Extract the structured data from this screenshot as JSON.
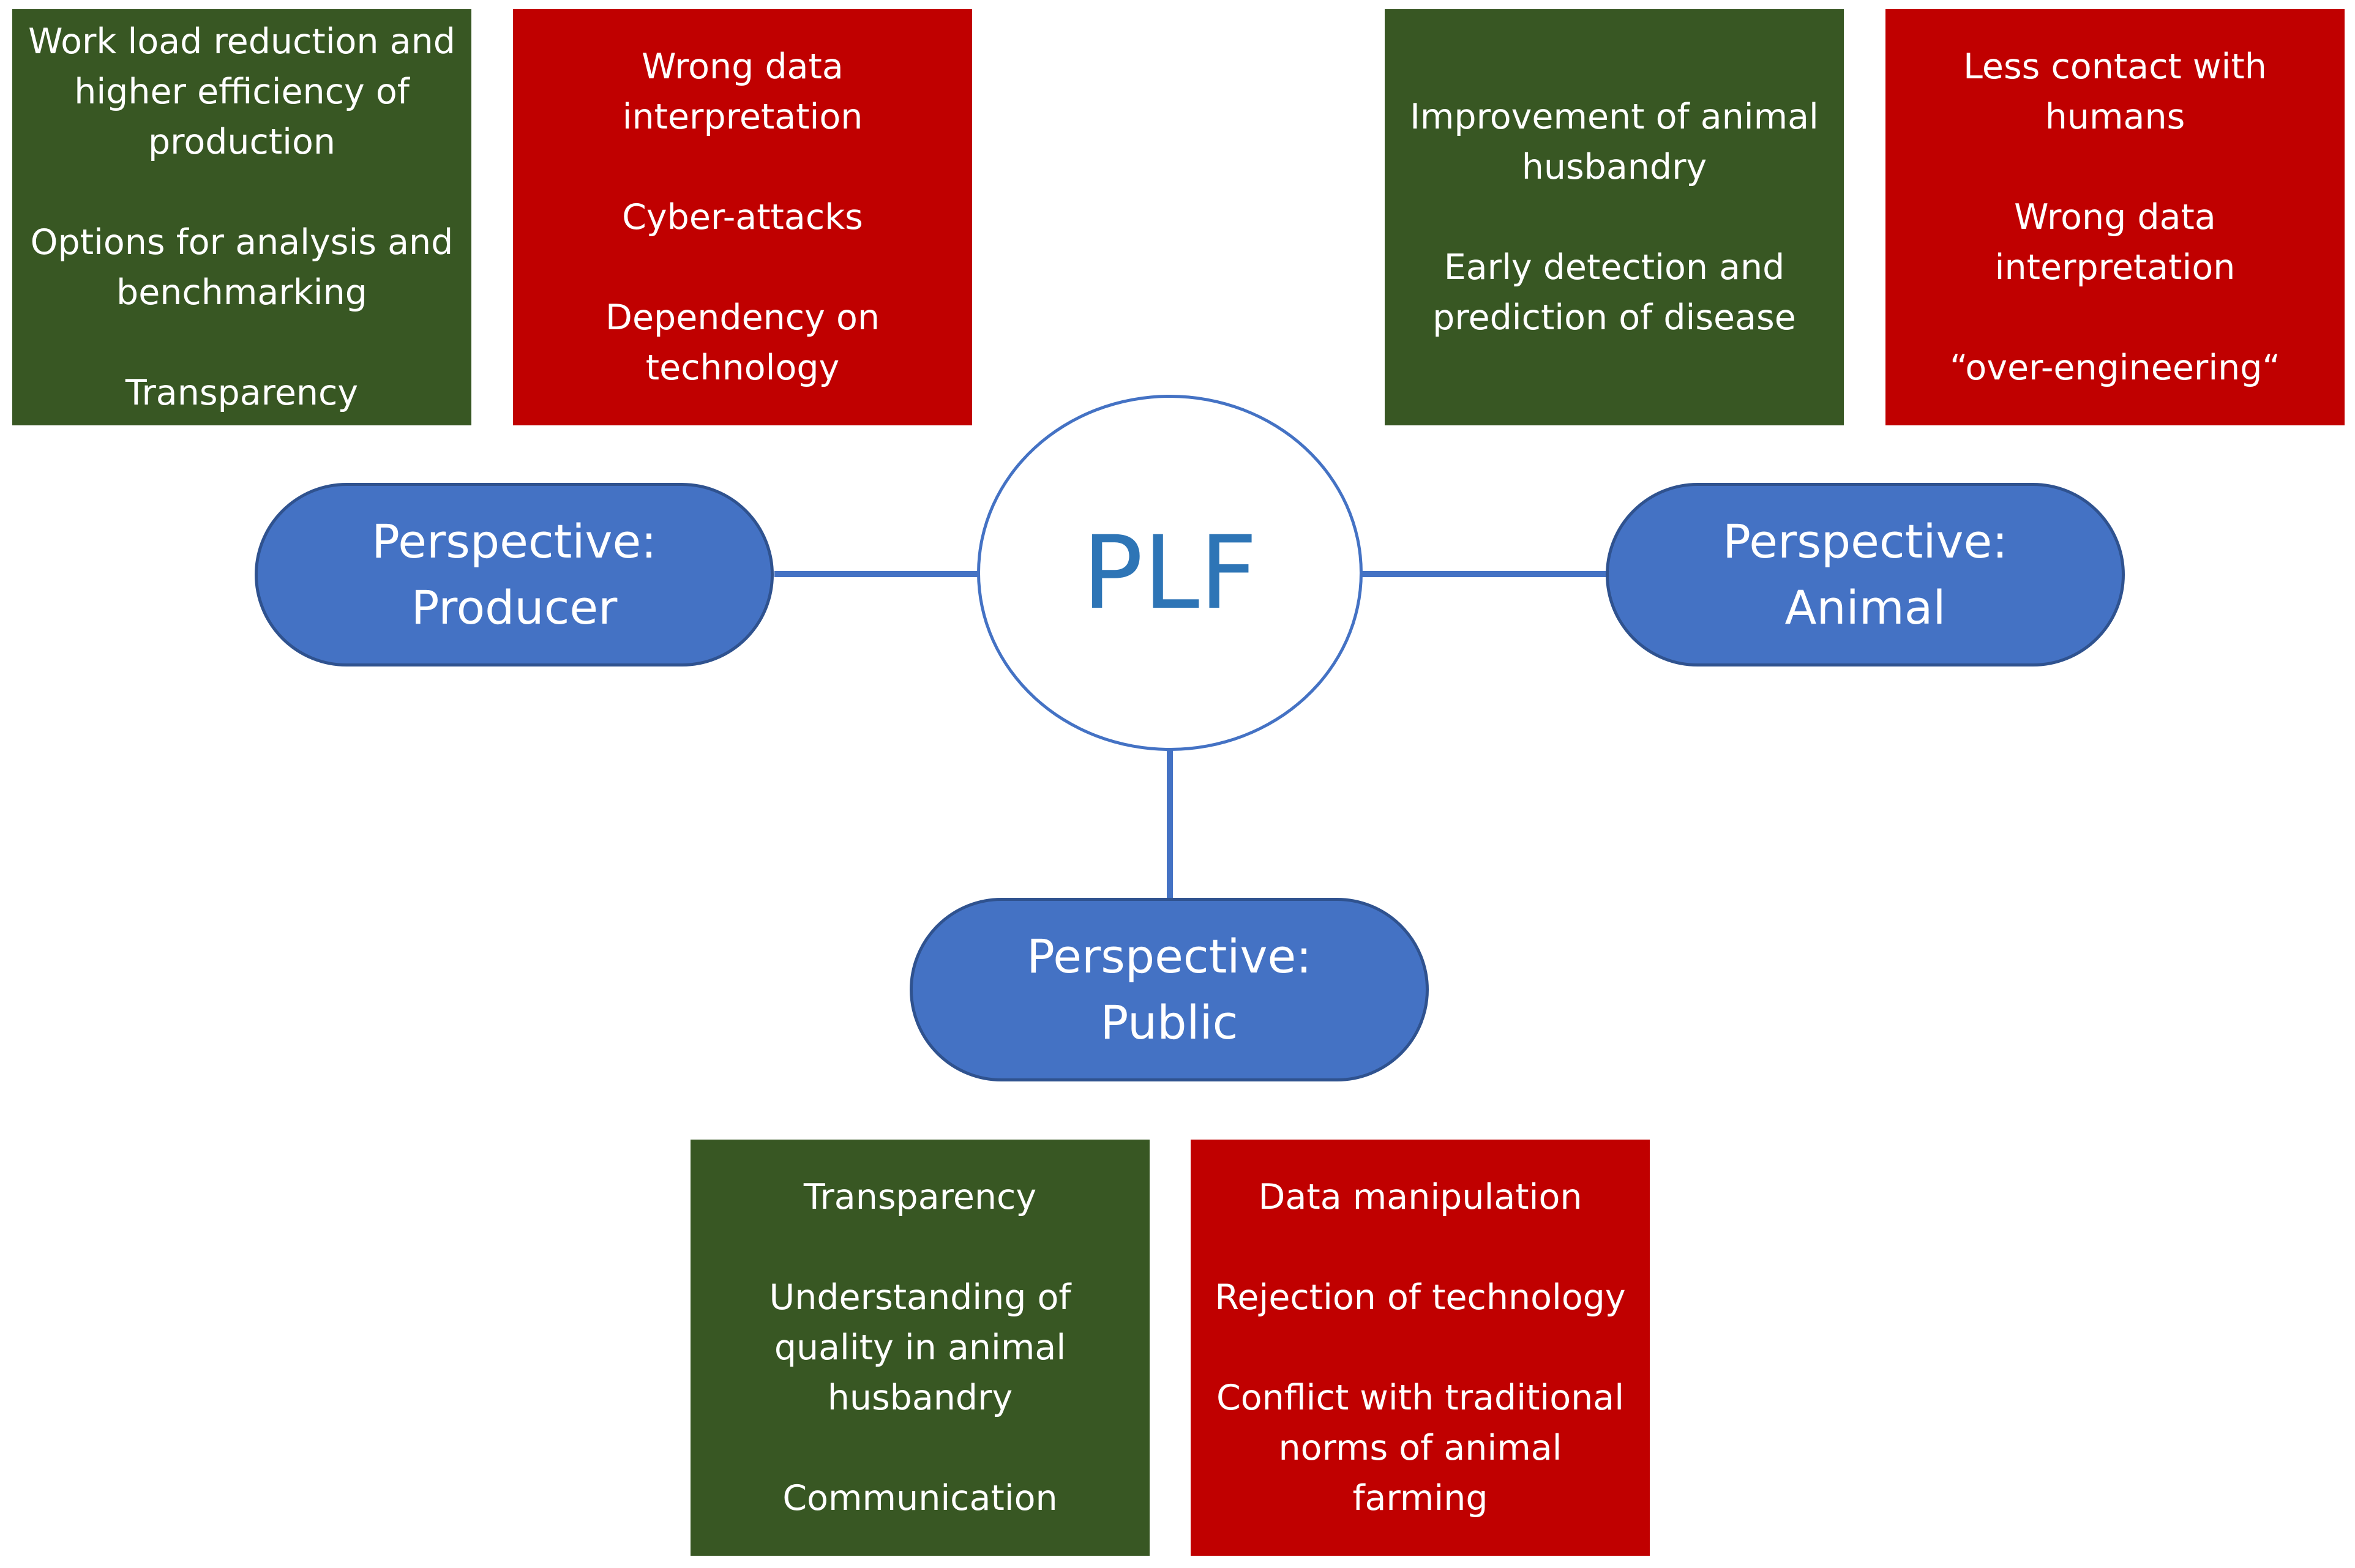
{
  "hub": {
    "label": "PLF"
  },
  "perspectives": {
    "producer": {
      "line1": "Perspective:",
      "line2": "Producer"
    },
    "animal": {
      "line1": "Perspective:",
      "line2": "Animal"
    },
    "public": {
      "line1": "Perspective:",
      "line2": "Public"
    }
  },
  "boxes": {
    "producer_benefits": {
      "color": "#385723",
      "items": [
        "Work load reduction and higher efficiency of production",
        "Options for analysis and benchmarking",
        "Transparency"
      ]
    },
    "producer_risks": {
      "color": "#c00000",
      "items": [
        "Wrong data interpretation",
        "Cyber-attacks",
        "Dependency on technology"
      ]
    },
    "animal_benefits": {
      "color": "#385723",
      "items": [
        "Improvement of animal husbandry",
        "Early detection and prediction of disease"
      ]
    },
    "animal_risks": {
      "color": "#c00000",
      "items": [
        "Less contact with humans",
        "Wrong data interpretation",
        "“over-engineering“"
      ]
    },
    "public_benefits": {
      "color": "#385723",
      "items": [
        "Transparency",
        "Understanding of quality in animal husbandry",
        "Communication"
      ]
    },
    "public_risks": {
      "color": "#c00000",
      "items": [
        "Data manipulation",
        "Rejection of technology",
        "Conflict with traditional norms of animal farming"
      ]
    }
  },
  "colors": {
    "benefit": "#385723",
    "risk": "#c00000",
    "perspective_fill": "#4472c4",
    "hub_text": "#2e75b6"
  }
}
